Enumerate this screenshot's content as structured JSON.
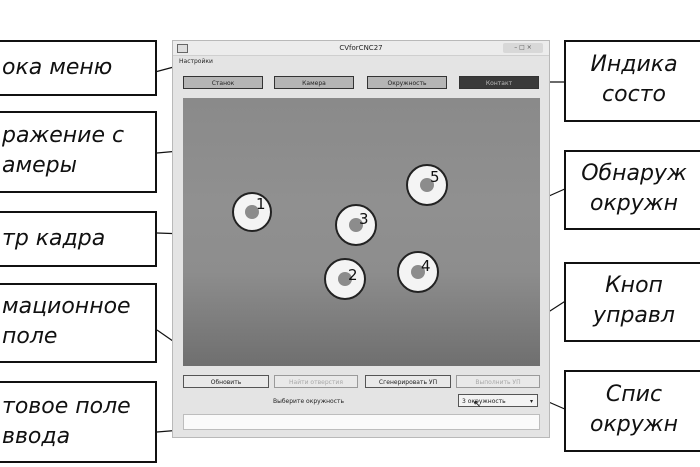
{
  "window": {
    "title": "CVforCNC27",
    "menu": "Настройки",
    "indicators": [
      "Станок",
      "Камера",
      "Окружность",
      "Контакт"
    ],
    "circles": [
      "1",
      "2",
      "3",
      "4",
      "5"
    ],
    "buttons": {
      "refresh": "Обновить",
      "find_holes": "Найти отверстия",
      "generate": "Сгенерировать УП",
      "execute": "Выполнить УП"
    },
    "info_label": "Выберите окружность",
    "select_value": "3 окружность"
  },
  "callouts": {
    "left": [
      "ока меню",
      "ражение с\nамеры",
      "тр кадра",
      "мационное\nполе",
      "товое поле\nввода"
    ],
    "right": [
      "Индика\nсосто",
      "Обнаруж\nокружн",
      "Кноп\nуправл",
      "Спис\nокружн"
    ]
  }
}
